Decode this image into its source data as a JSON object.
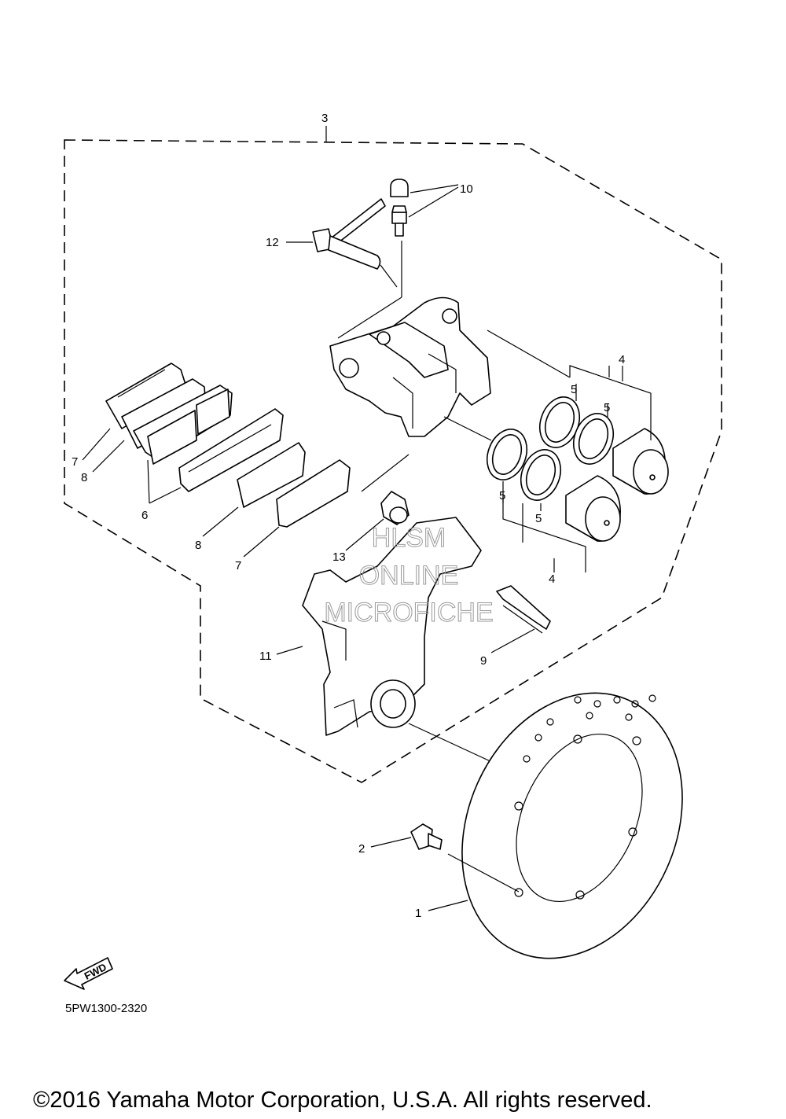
{
  "callouts": {
    "c1": "1",
    "c2": "2",
    "c3": "3",
    "c4a": "4",
    "c4b": "4",
    "c5a": "5",
    "c5b": "5",
    "c5c": "5",
    "c5d": "5",
    "c6": "6",
    "c7a": "7",
    "c7b": "7",
    "c8a": "8",
    "c8b": "8",
    "c9": "9",
    "c10": "10",
    "c11": "11",
    "c12": "12",
    "c13": "13"
  },
  "watermark": {
    "line1": "HLSM",
    "line2": "ONLINE",
    "line3": "MICROFICHE"
  },
  "fwd_label": "FWD",
  "diagram_code": "5PW1300-2320",
  "copyright": "©2016 Yamaha Motor Corporation, U.S.A. All rights reserved."
}
